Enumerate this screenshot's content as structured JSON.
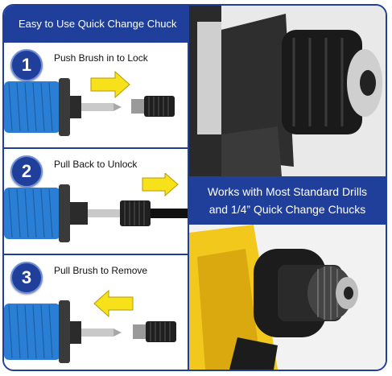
{
  "header": {
    "title": "Easy to Use Quick Change Chuck"
  },
  "steps": [
    {
      "number": "1",
      "label": "Push Brush in to Lock"
    },
    {
      "number": "2",
      "label": "Pull Back to Unlock"
    },
    {
      "number": "3",
      "label": "Pull Brush to Remove"
    }
  ],
  "banner": {
    "line1": "Works with Most Standard Drills",
    "line2": "and 1/4” Quick Change Chucks"
  },
  "colors": {
    "brand_blue": "#1f3f9a",
    "brush_blue": "#2a7fd4",
    "arrow_yellow": "#f7e11b",
    "drill_yellow": "#f2c81c"
  }
}
